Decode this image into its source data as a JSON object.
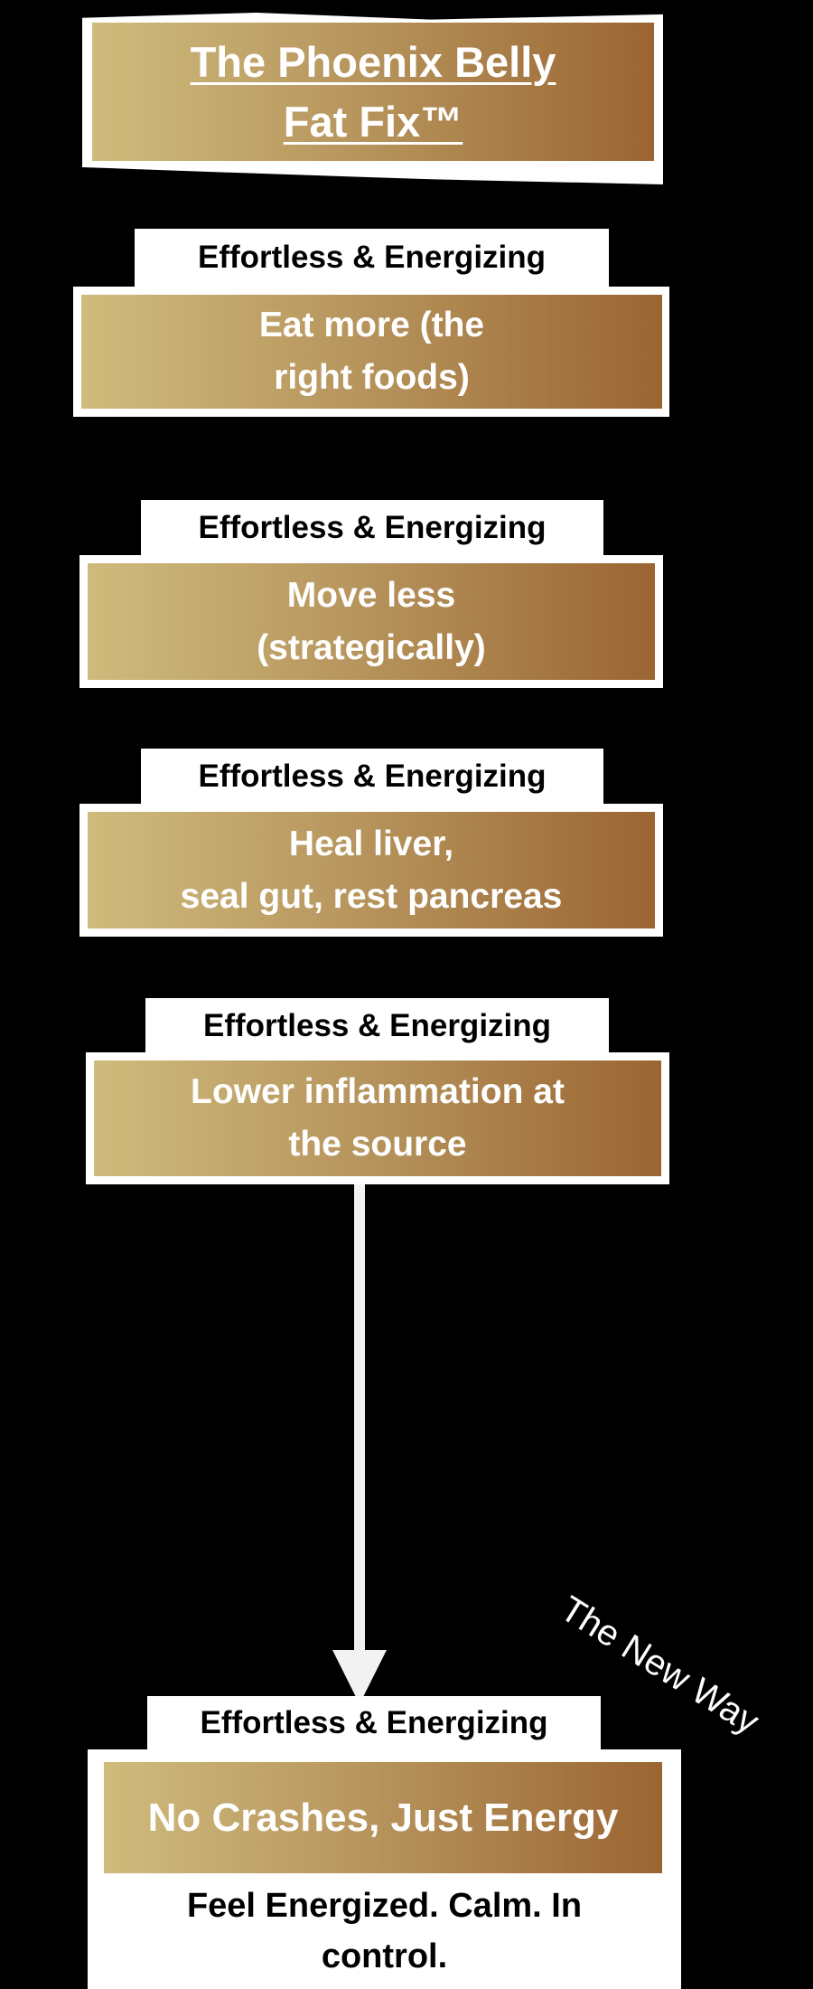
{
  "title": {
    "line1": "The Phoenix Belly",
    "line2": "Fat Fix™"
  },
  "steps": [
    {
      "label": "Effortless & Energizing",
      "line1": "Eat more (the",
      "line2": "right foods)"
    },
    {
      "label": "Effortless & Energizing",
      "line1": "Move less",
      "line2": "(strategically)"
    },
    {
      "label": "Effortless & Energizing",
      "line1": "Heal liver,",
      "line2": "seal gut, rest pancreas"
    },
    {
      "label": "Effortless & Energizing",
      "line1": "Lower inflammation at",
      "line2": "the source"
    }
  ],
  "result": {
    "label": "Effortless & Energizing",
    "headline": "No Crashes, Just Energy",
    "line1": "Feel Energized. Calm. In",
    "line2": "control."
  },
  "annotation": "The New Way",
  "colors": {
    "gold_start": "#cfbb7c",
    "gold_end": "#9b6532",
    "background": "#000000"
  }
}
